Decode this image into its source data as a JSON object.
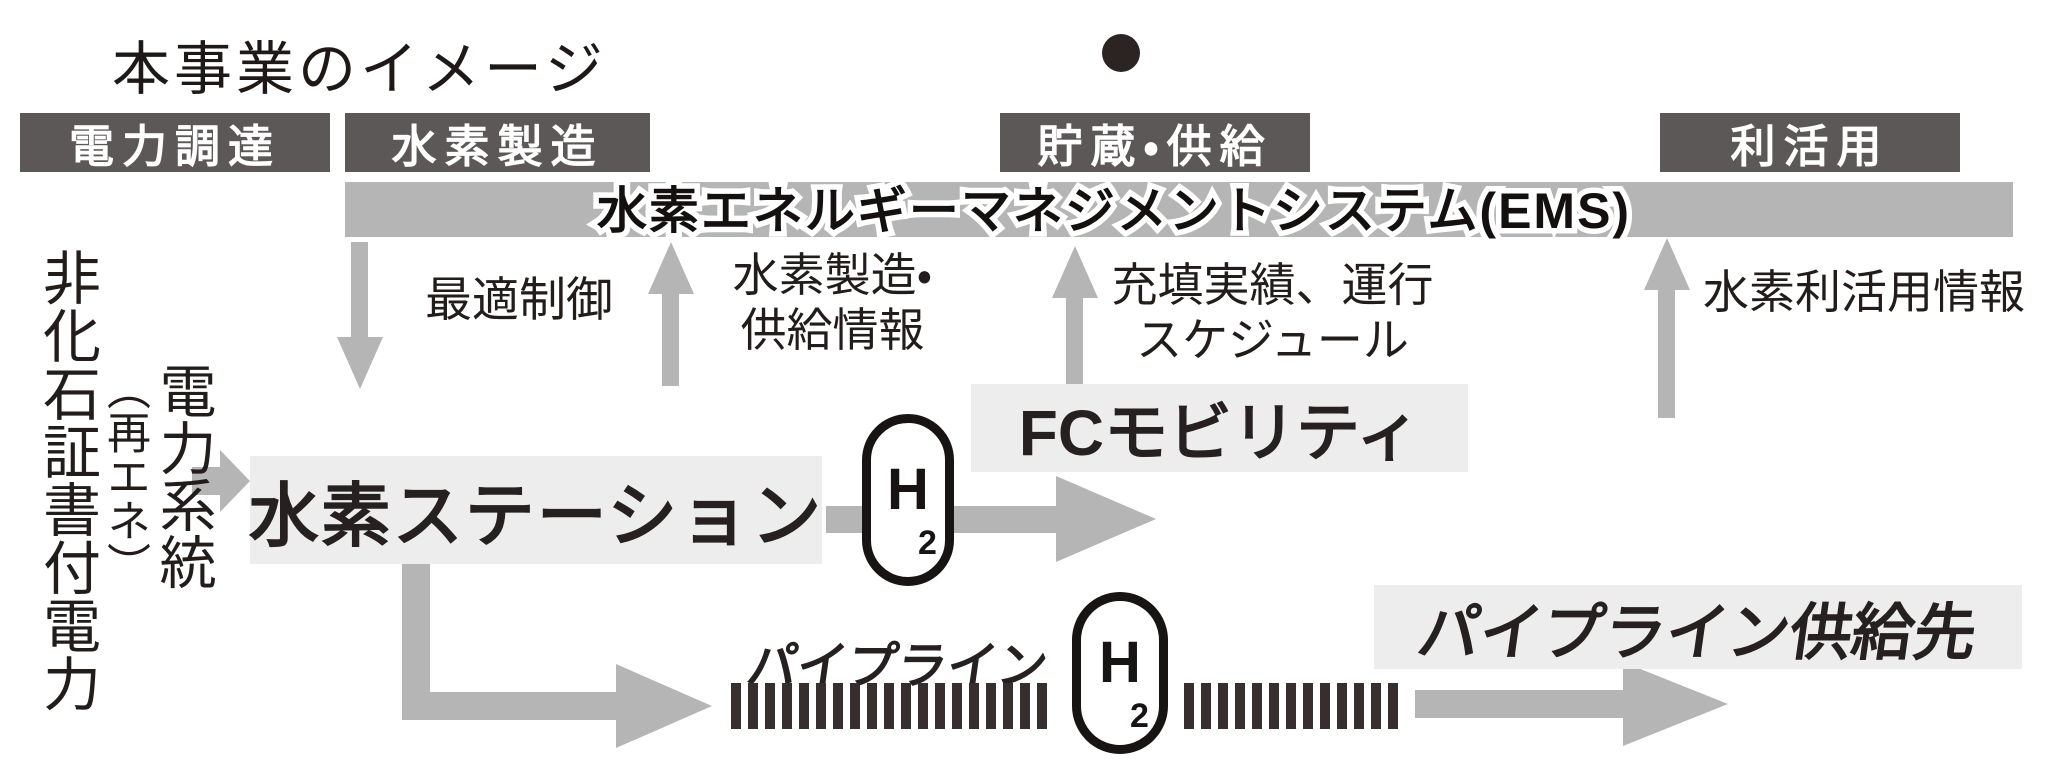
{
  "title": "本事業のイメージ",
  "stages": [
    {
      "label": "電力調達"
    },
    {
      "label": "水素製造"
    },
    {
      "label": "貯蔵・供給"
    },
    {
      "label": "利活用"
    }
  ],
  "ems_label": "水素エネルギーマネジメントシステム(EMS)",
  "flows": [
    {
      "line1": "最適制御",
      "line2": "",
      "direction": "down"
    },
    {
      "line1": "水素製造・",
      "line2": "供給情報",
      "direction": "up"
    },
    {
      "line1": "充填実績、運行",
      "line2": "スケジュール",
      "direction": "up"
    },
    {
      "line1": "水素利活用情報",
      "line2": "",
      "direction": "up"
    }
  ],
  "power_source": {
    "col1": "非化石証書付電力",
    "col2": "（再エネ）",
    "col3": "電力系統"
  },
  "nodes": {
    "station": "水素ステーション",
    "fc_mobility": "FCモビリティ",
    "pipeline_label": "パイプライン",
    "pipeline_destination": "パイプライン供給先",
    "h2_symbol": "H",
    "h2_subscript": "2"
  },
  "decorations": {
    "headline_bullet": "black-circle"
  },
  "colors": {
    "stage_box": "#5d5858",
    "arrow_gray": "#b5b5b6",
    "highlight_bg": "#ededee",
    "text_black": "#221c1a",
    "tick_dark": "#362f2d"
  }
}
